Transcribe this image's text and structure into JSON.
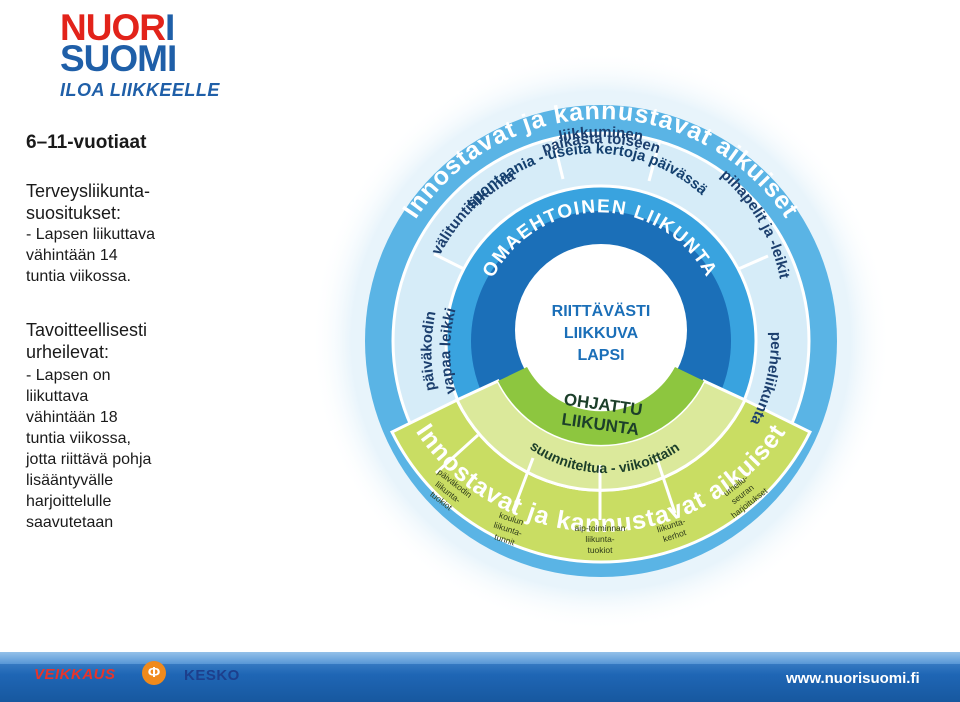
{
  "logo": {
    "line1a": "NUOR",
    "line1b": "I",
    "line2": "SUOMI",
    "line3": "ILOA LIIKKEELLE"
  },
  "left": {
    "title": "6–11-vuotiaat",
    "health_heading_1": "Terveysliikunta-",
    "health_heading_2": "suositukset:",
    "health_lines": [
      "- Lapsen liikuttava",
      "vähintään 14",
      "tuntia viikossa."
    ],
    "goal_heading_1": "Tavoitteellisesti",
    "goal_heading_2": "urheilevat:",
    "goal_lines": [
      "- Lapsen on",
      "liikuttava",
      "vähintään 18",
      "tuntia viikossa,",
      "jotta riittävä pohja",
      "lisääntyvälle",
      "harjoittelulle",
      "saavutetaan"
    ]
  },
  "diagram": {
    "outer_top": "Innostavat ja kannustavat aikuiset",
    "outer_bottom": "Innostavat ja kannustavat aikuiset",
    "segments": [
      {
        "line1": "liikkuminen",
        "line2": "paikasta toiseen"
      },
      {
        "line1": "pihapelit ja -leikit",
        "line2": ""
      },
      {
        "line1": "perheliikunta",
        "line2": ""
      },
      {
        "line1": "päiväkodin",
        "line2": "vapaa leikki"
      },
      {
        "line1": "välituntiliikunta",
        "line2": ""
      }
    ],
    "spontaneous_ring": "spontaania - useita kertoja päivässä",
    "self_motivated": "OMAEHTOINEN LIIKUNTA",
    "center": [
      "RIITTÄVÄSTI",
      "LIIKKUVA",
      "LAPSI"
    ],
    "guided_1": "OHJATTU",
    "guided_2": "LIIKUNTA",
    "planned_ring": "suunniteltua - viikoittain",
    "guided_segments": [
      [
        "päiväkodin",
        "liikunta-",
        "tuokiot"
      ],
      [
        "koulun",
        "liikunta-",
        "tunnit"
      ],
      [
        "aip-toiminnan",
        "liikunta-",
        "tuokiot"
      ],
      [
        "liikunta-",
        "kerhot"
      ],
      [
        "urheilu-",
        "seuran",
        "harjoitukset"
      ]
    ]
  },
  "footer": {
    "sponsor1": "VEIKKAUS",
    "sponsor2_icon": "Φ",
    "sponsor3": "KESKO",
    "url": "www.nuorisuomi.fi"
  },
  "colors": {
    "outer_ring": "#5ab4e5",
    "segment_ring": "#d6ecf8",
    "blue_ring": "#39a3df",
    "self_band": "#1b6fb8",
    "center": "#ffffff",
    "guided": "#8dc63f",
    "planned": "#dbe99b",
    "guided_segments": "#c9dd63",
    "logo_red": "#e2231a",
    "logo_blue": "#1f5fa8"
  }
}
